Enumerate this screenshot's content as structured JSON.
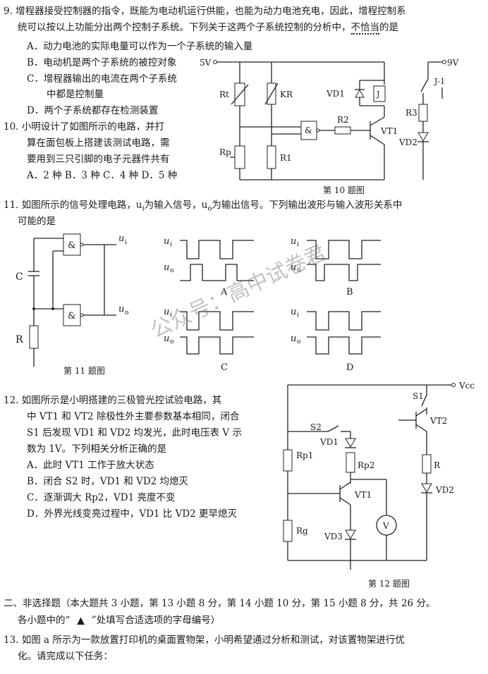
{
  "q9": {
    "stem_line1": "9. 增程器接受控制器的指令，既能为电动机运行供能，也能为动力电池充电，因此，增程控制系",
    "stem_line2a": "统可以按以上功能分出两个控制子系统。下列关于这两个子系统控制的分析中，",
    "stem_line2b": "不恰当",
    "stem_line2c": "的是",
    "optA": "A．动力电池的实际电量可以作为一个子系统的输入量",
    "optB": "B．电动机是两个子系统的被控对象",
    "optC1": "C．增程器输出的电流在两个子系统",
    "optC2": "中都是控制量",
    "optD": "D．两个子系统都存在检测装置"
  },
  "q10": {
    "line1": "10. 小明设计了如图所示的电路，并打",
    "line2": "算在面包板上搭建该测试电路，需",
    "line3": "要用到三只引脚的电子元器件共有",
    "options": "A．2 种   B．3 种   C．4 种   D．5 种",
    "caption": "第 10 题图",
    "v5": "5V",
    "v9": "9V",
    "rt": "Rt",
    "kr": "KR",
    "vd1": "VD1",
    "j": "J",
    "r2": "R2",
    "vt1": "VT1",
    "r3": "R3",
    "vd2": "VD2",
    "rp": "Rp",
    "r1": "R1",
    "j1": "J-1",
    "amp": "&"
  },
  "q11": {
    "line1": "11. 如图所示的信号处理电路，u",
    "sub_i": "i",
    "line1b": "为输入信号，u",
    "sub_o": "o",
    "line1c": "为输出信号。下列输出波形与输入波形关系中",
    "line2": "可能的是",
    "caption": "第 11 题图",
    "c": "C",
    "r": "R",
    "ui": "u",
    "uo": "u",
    "i": "i",
    "o": "o",
    "amp": "&",
    "labelA": "A",
    "labelB": "B",
    "labelC": "C",
    "labelD": "D"
  },
  "q12": {
    "line1": "12. 如图所示是小明搭建的三极管光控试验电路，其",
    "line2": "中 VT1 和 VT2 除极性外主要参数基本相同，闭合",
    "line3": "S1 后发现 VD1 和 VD2 均发光，此时电压表 V 示",
    "line4": "数为 1V。下列相关分析正确的是",
    "optA": "A．此时 VT1 工作于放大状态",
    "optB": "B．闭合 S2 时，VD1 和 VD2 均熄灭",
    "optC": "C．逐渐调大 Rp2，VD1 亮度不变",
    "optD": "D．外界光线变亮过程中，VD1 比 VD2 更早熄灭",
    "caption": "第 12 题图",
    "s1": "S1",
    "vcc": "Vcc",
    "vt2": "VT2",
    "s2": "S2",
    "vd1": "VD1",
    "rp1": "Rp1",
    "rp2": "Rp2",
    "r": "R",
    "vd2": "VD2",
    "vt1": "VT1",
    "v": "V",
    "rg": "Rg",
    "vd3": "VD3"
  },
  "section2": {
    "title": "二、非选择题",
    "desc1": "（本大题共 3 小题，第 13 小题 8 分，第 14 小题 10 分，第 15 小题 8 分，共 26 分。",
    "desc2": "各小题中的“",
    "blank": "▲",
    "desc3": "”处填写合适选项的字母编号）"
  },
  "q13": {
    "line1": "13. 如图 a 所示为一款放置打印机的桌面置物架，小明希望通过分析和测试，对该置物架进行优",
    "line2": "化。请完成以下任务："
  },
  "watermark": "公众号：高中试卷君"
}
